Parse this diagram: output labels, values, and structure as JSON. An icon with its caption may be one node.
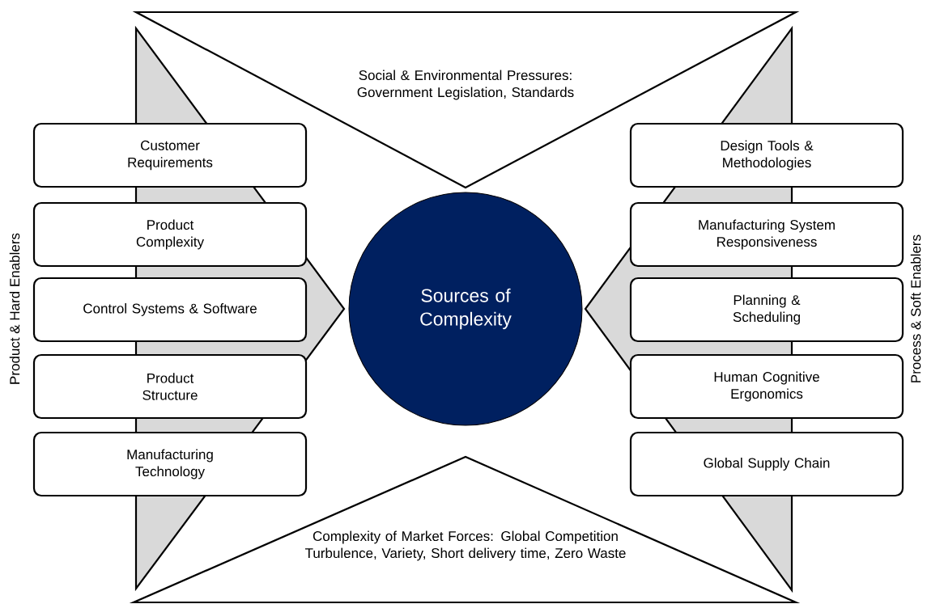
{
  "diagram": {
    "nodes": [
      {
        "text": [
          "Social & Environmental Pressures: Government Legislation, Standards"
        ]
      },
      {
        "text": [],
        "shape": "triangle"
      },
      {
        "text": [
          "Customer Requirements"
        ]
      },
      {
        "text": [
          "Product Complexity"
        ]
      },
      {
        "text": [
          "Control Systems & Software"
        ]
      },
      {
        "text": [
          "Product Structure"
        ]
      },
      {
        "text": [
          "Manufacturing Technology"
        ]
      },
      {
        "text": [
          "Sources of Complexity"
        ]
      },
      {
        "text": [],
        "shape": "triangle"
      },
      {
        "text": [
          "Design Tools & Methodologies"
        ]
      },
      {
        "text": [
          "Manufacturing System Responsiveness"
        ]
      },
      {
        "text": [
          "Planning & Scheduling"
        ]
      },
      {
        "text": [
          "Human Cognitive Ergonomics"
        ]
      },
      {
        "text": [
          "Global Supply Chain"
        ]
      },
      {
        "text": [
          "Complexity of Market Forces: Global Competition Turbulence, Variety, Short delivery time, Zero Waste"
        ]
      }
    ],
    "labels": [
      "Product & Hard Enablers",
      "Process & Soft Enablers"
    ]
  }
}
